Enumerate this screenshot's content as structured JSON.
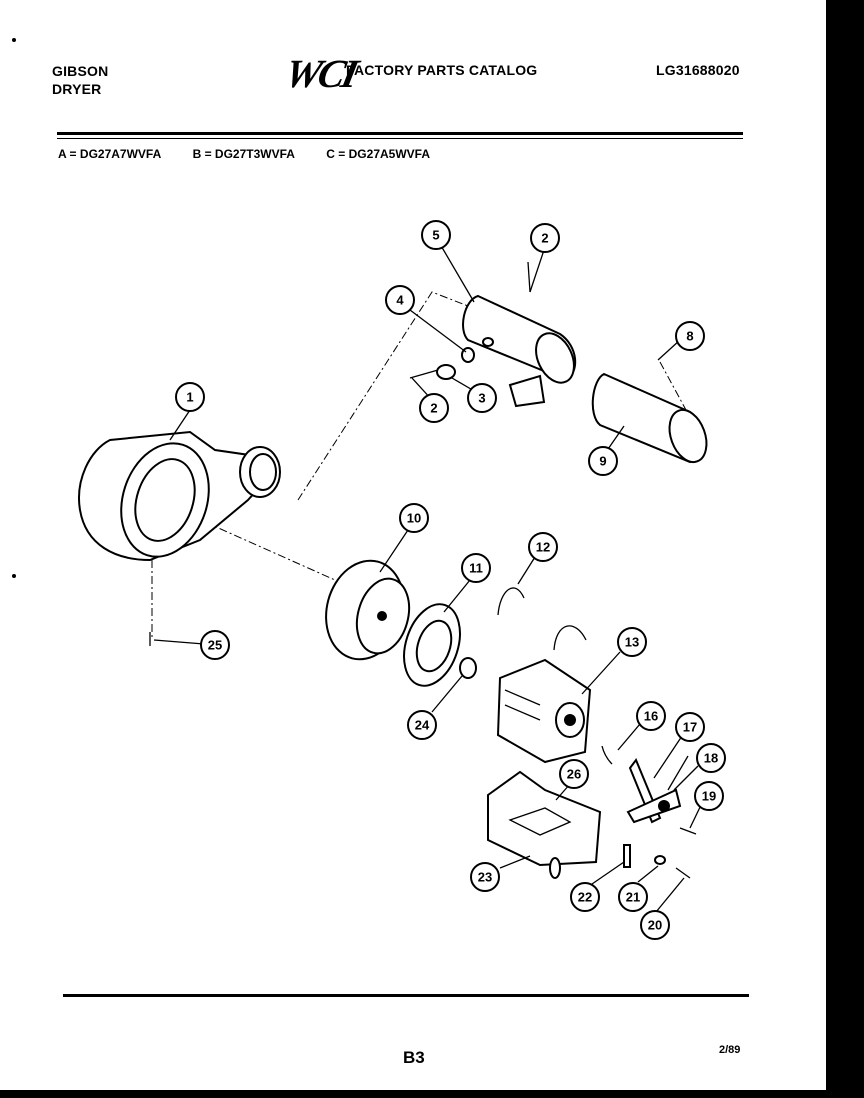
{
  "header": {
    "brand_line1": "GIBSON",
    "brand_line2": "DRYER",
    "logo_text": "WCI",
    "catalog_title": "FACTORY PARTS CATALOG",
    "catalog_number": "LG31688020"
  },
  "models": [
    "A = DG27A7WVFA",
    "B = DG27T3WVFA",
    "C = DG27A5WVFA"
  ],
  "callouts": [
    "1",
    "2",
    "2",
    "3",
    "4",
    "5",
    "8",
    "9",
    "10",
    "11",
    "12",
    "13",
    "16",
    "17",
    "18",
    "19",
    "20",
    "21",
    "22",
    "23",
    "24",
    "25",
    "26"
  ],
  "footer": {
    "page_number": "B3",
    "date": "2/89"
  }
}
